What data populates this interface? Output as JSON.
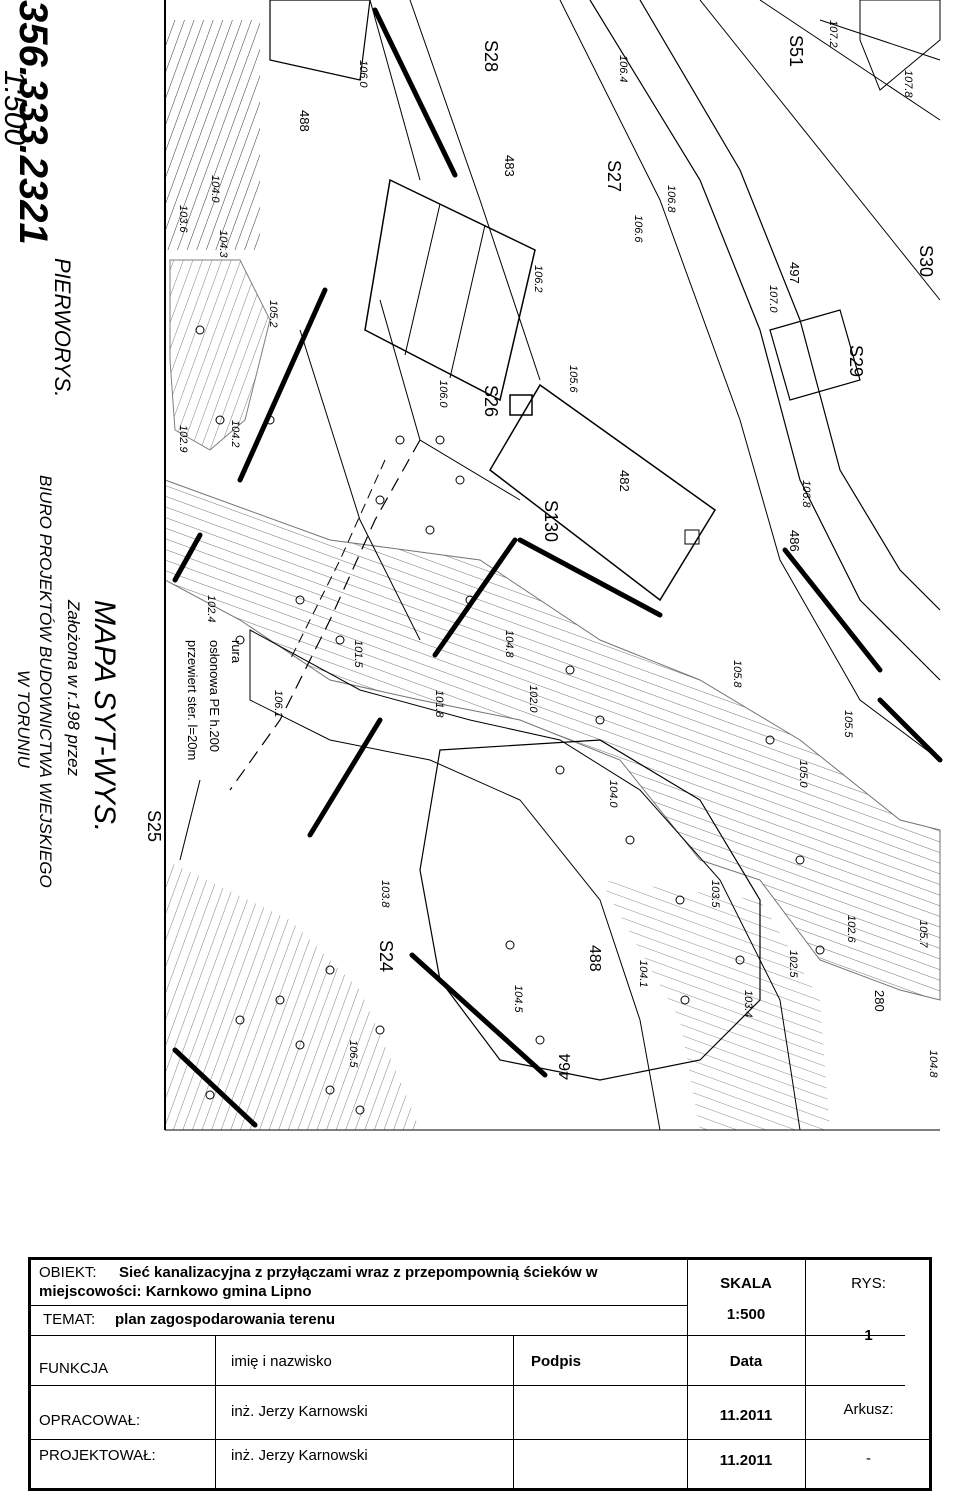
{
  "map": {
    "header_number": "356.333.2321",
    "header_scale": "1:500",
    "header_pierworys": "PIERWORYS.",
    "title_line": "MAPA   SYT-WYS.",
    "zalozona": "Założona   w r.198   przez",
    "biuro": "BIURO   PROJEKTÓW   BUDOWNICTWA   WIEJSKIEGO",
    "torun": "W   TORUNIU",
    "ruraleg1": "rura",
    "ruraleg2": "osłonowa PE h.200",
    "ruraleg3": "przewiert ster. l=20m",
    "parcels": [
      "488",
      "483",
      "482",
      "497",
      "486",
      "488",
      "464",
      "280"
    ],
    "labels_s": [
      "S28",
      "S27",
      "S26",
      "S130",
      "S51",
      "S30",
      "S29",
      "S25",
      "S24"
    ],
    "elevations": [
      "106.0",
      "106.2",
      "105.2",
      "104.2",
      "104.0",
      "104.3",
      "103.6",
      "102.9",
      "102.4",
      "101.5",
      "101.8",
      "102.0",
      "104.8",
      "104.1",
      "104.5",
      "103.8",
      "105.5",
      "106.0",
      "106.6",
      "106.8",
      "107.8",
      "107.0",
      "105.6",
      "106.4",
      "106.1",
      "105.0",
      "103.5",
      "103.4",
      "102.6",
      "102.5",
      "104.8",
      "105.7",
      "106.5",
      "107.2",
      "104.0",
      "106.8",
      "105.8"
    ]
  },
  "titleblock": {
    "obiekt_label": "OBIEKT:",
    "obiekt_value_line1": "Sieć  kanalizacyjna z przyłączami wraz z przepompownią ścieków w",
    "obiekt_value_line2": "miejscowości: Karnkowo gmina Lipno",
    "temat_label": "TEMAT:",
    "temat_value": "plan zagospodarowania terenu",
    "skala_label": "SKALA",
    "skala_value": "1:500",
    "rys_label": "RYS:",
    "rys_value": "1",
    "funkcja_label": "FUNKCJA",
    "imie_label": "imię i nazwisko",
    "podpis_label": "Podpis",
    "data_label": "Data",
    "arkusz_label": "Arkusz:",
    "arkusz_value": "-",
    "opracowal_label": "OPRACOWAŁ:",
    "opracowal_name": "inż. Jerzy Karnowski",
    "opracowal_date": "11.2011",
    "projektowal_label": "PROJEKTOWAŁ:",
    "projektowal_name": "inż. Jerzy Karnowski",
    "projektowal_date": "11.2011"
  }
}
